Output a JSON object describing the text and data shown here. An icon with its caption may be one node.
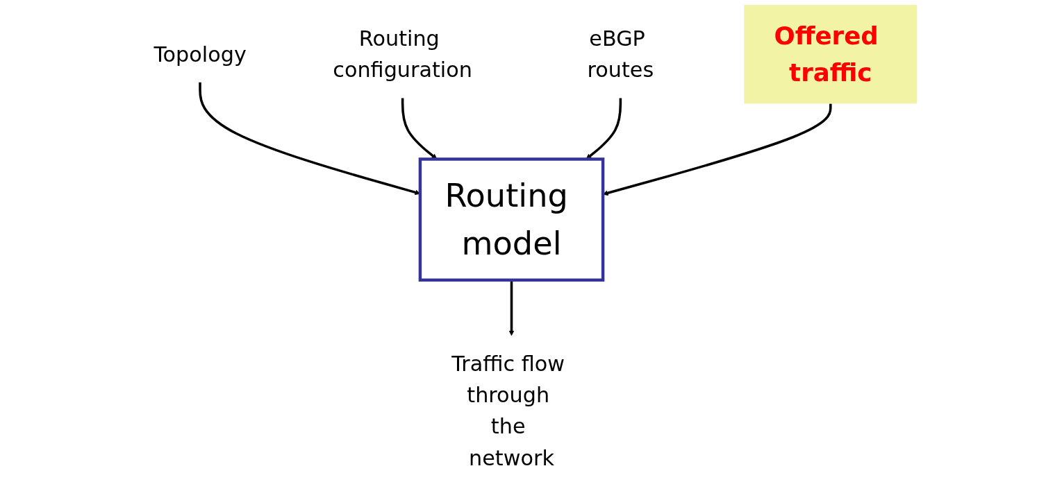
{
  "diagram": {
    "nodes": [
      {
        "text": [
          "Topology"
        ]
      },
      {
        "text": [
          "Routing configuration"
        ]
      },
      {
        "text": [
          "eBGP routes"
        ]
      },
      {
        "text": [
          "Routing model"
        ]
      },
      {
        "text": [
          "Offered traffic"
        ]
      },
      {
        "text": [
          "Traffic flow through the network"
        ]
      }
    ],
    "edges": [
      {
        "from": 0,
        "to": 3,
        "arrow": "to"
      },
      {
        "from": 1,
        "to": 3,
        "arrow": "to"
      },
      {
        "from": 2,
        "to": 3,
        "arrow": "to"
      },
      {
        "from": 4,
        "to": 3,
        "arrow": "to"
      },
      {
        "from": 3,
        "to": 5,
        "arrow": "to"
      }
    ]
  }
}
